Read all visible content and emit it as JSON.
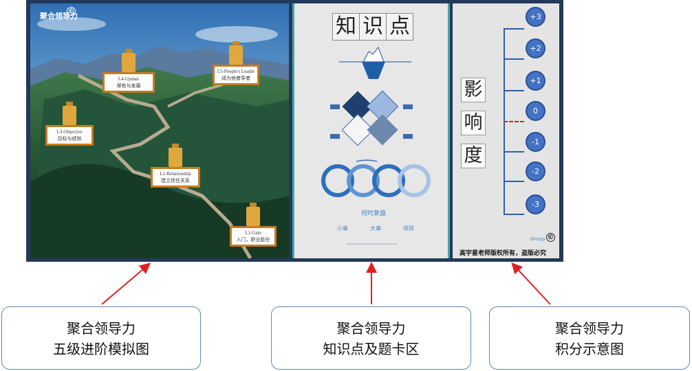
{
  "panel_left": {
    "title": "聚合领导力",
    "copyright_mark": "©",
    "stages": [
      {
        "level": "L4-Update",
        "text": "保有与发展"
      },
      {
        "level": "L5-People's Leader",
        "text": "成为他者导者"
      },
      {
        "level": "L3-Objective",
        "text": "目标与绩效"
      },
      {
        "level": "L2-Relationship",
        "text": "建立信任关系"
      },
      {
        "level": "L1-Gate",
        "text": "入门，职业胜任"
      }
    ]
  },
  "panel_middle": {
    "title_chars": [
      "知",
      "识",
      "点"
    ],
    "section_title": "何时复盘",
    "columns": [
      "小事",
      "大事",
      "项目"
    ]
  },
  "panel_right": {
    "title_chars": [
      "影",
      "响",
      "度"
    ],
    "scores": [
      "+3",
      "+2",
      "+1",
      "0",
      "-1",
      "-2",
      "-3"
    ],
    "group_label": "Group",
    "copyright_mark": "©",
    "copyright": "高宇星老师版权所有，盗版必究"
  },
  "callouts": [
    {
      "line1": "聚合领导力",
      "line2": "五级进阶模拟图"
    },
    {
      "line1": "聚合领导力",
      "line2": "知识点及题卡区"
    },
    {
      "line1": "聚合领导力",
      "line2": "积分示意图"
    }
  ],
  "colors": {
    "frame": "#23395b",
    "accent": "#4472c4",
    "arrow": "#e02020",
    "divider": "#4aa6a3",
    "card_border": "#c97a21"
  }
}
